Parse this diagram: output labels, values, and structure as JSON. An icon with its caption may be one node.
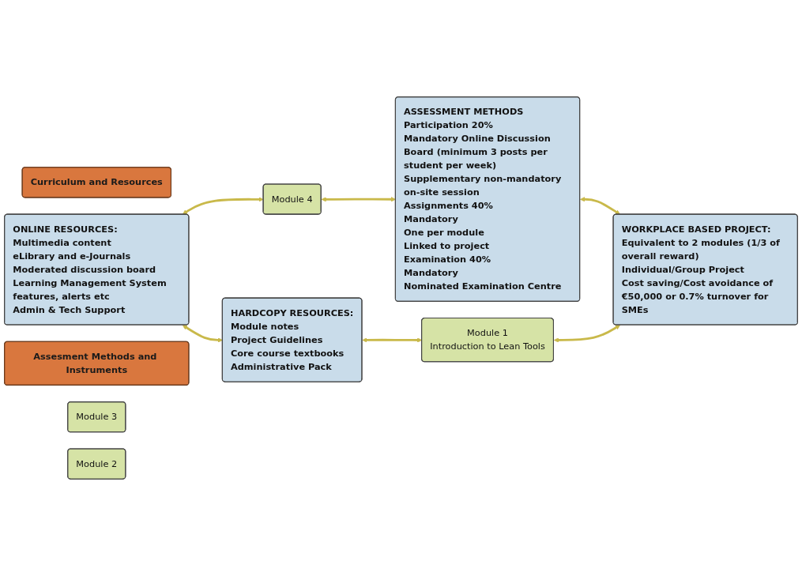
{
  "diagram": {
    "nodes": [
      {
        "text": [
          "Curriculum and Resources"
        ]
      },
      {
        "text": [
          "ONLINE RESOURCES:",
          "Multimedia content",
          "eLibrary and e-Journals",
          "Moderated discussion board",
          "Learning Management System features, alerts etc",
          "Admin & Tech Support"
        ]
      },
      {
        "text": [
          "Assesment Methods and Instruments"
        ]
      },
      {
        "text": [
          "ASSESSMENT METHODS",
          "Participation 20%",
          "Mandatory Online Discussion Board (minimum 3 posts per student per week)",
          "Supplementary non-mandatory on-site session",
          "Assignments 40%",
          "Mandatory",
          "One per module",
          "Linked to project",
          "Examination 40%",
          "Mandatory",
          "Nominated Examination Centre"
        ]
      },
      {
        "text": [
          "Module 4"
        ]
      },
      {
        "text": [
          "Module 3"
        ]
      },
      {
        "text": [
          "Module 2"
        ]
      },
      {
        "text": [
          "Module 1",
          "Introduction to Lean Tools"
        ]
      },
      {
        "text": [
          "HARDCOPY RESOURCES:",
          "Module notes",
          "Project Guidelines",
          "Core course textbooks",
          "Administrative Pack"
        ]
      },
      {
        "text": [
          "WORKPLACE BASED PROJECT:",
          "Equivalent to 2 modules (1/3 of overall reward)",
          "Individual/Group Project",
          "Cost saving/Cost avoidance of €50,000 or 0.7% turnover for SMEs"
        ]
      }
    ],
    "edges": [
      {
        "from": 1,
        "to": 4,
        "arrow": "both"
      },
      {
        "from": 4,
        "to": 3,
        "arrow": "both"
      },
      {
        "from": 1,
        "to": 8,
        "arrow": "both"
      },
      {
        "from": 3,
        "to": 9,
        "arrow": "both"
      },
      {
        "from": 8,
        "to": 7,
        "arrow": "both"
      },
      {
        "from": 7,
        "to": 9,
        "arrow": "both"
      }
    ]
  }
}
